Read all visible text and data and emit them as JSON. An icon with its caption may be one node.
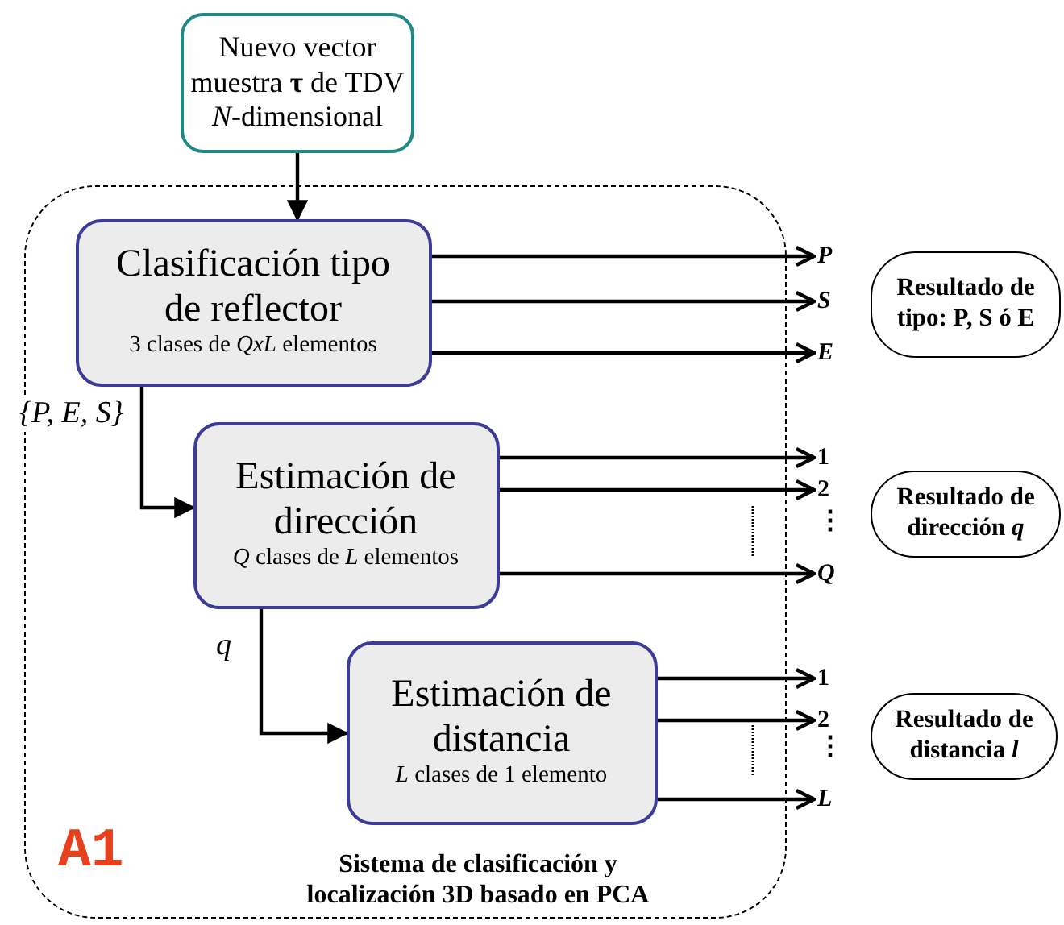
{
  "diagram": {
    "nodes": [
      {
        "text": [
          "Nuevo vector muestra **τ** de TDV *N*-dimensional"
        ]
      },
      {
        "text": [
          "Sistema de clasificación y localización 3D basado en PCA"
        ]
      },
      {
        "text": [
          "Clasificación tipo de reflector",
          "3 clases de *QxL* elementos"
        ],
        "in": 1
      },
      {
        "text": [
          "Estimación de dirección",
          "*Q* clases de *L* elementos"
        ],
        "in": 1
      },
      {
        "text": [
          "Estimación de distancia",
          "*L* clases de 1 elemento"
        ],
        "in": 1
      },
      {
        "text": [
          "P"
        ]
      },
      {
        "text": [
          "S"
        ]
      },
      {
        "text": [
          "E"
        ]
      },
      {
        "text": [
          "Resultado de tipo: P, S ó E"
        ]
      },
      {
        "text": [
          "1"
        ]
      },
      {
        "text": [
          "2"
        ]
      },
      {
        "text": [
          "Q"
        ]
      },
      {
        "text": [
          "Resultado de dirección *q*"
        ]
      },
      {
        "text": [
          "1"
        ]
      },
      {
        "text": [
          "2"
        ]
      },
      {
        "text": [
          "L"
        ]
      },
      {
        "text": [
          "Resultado de distancia *l*"
        ]
      }
    ],
    "edges": [
      {
        "from": 0,
        "to": 2,
        "arrow": "to"
      },
      {
        "from": 2,
        "to": 5,
        "arrow": "to"
      },
      {
        "from": 2,
        "to": 6,
        "arrow": "to"
      },
      {
        "from": 2,
        "to": 7,
        "arrow": "to"
      },
      {
        "from": 2,
        "to": 3,
        "arrow": "to",
        "label": "{P, E, S}"
      },
      {
        "from": 3,
        "to": 9,
        "arrow": "to"
      },
      {
        "from": 3,
        "to": 10,
        "arrow": "to"
      },
      {
        "from": 3,
        "to": 11,
        "arrow": "to"
      },
      {
        "from": 3,
        "to": 4,
        "arrow": "to",
        "label": "q"
      },
      {
        "from": 4,
        "to": 13,
        "arrow": "to"
      },
      {
        "from": 4,
        "to": 14,
        "arrow": "to"
      },
      {
        "from": 4,
        "to": 15,
        "arrow": "to"
      }
    ],
    "labels": [
      "⋮",
      "⋮",
      "A1"
    ]
  }
}
